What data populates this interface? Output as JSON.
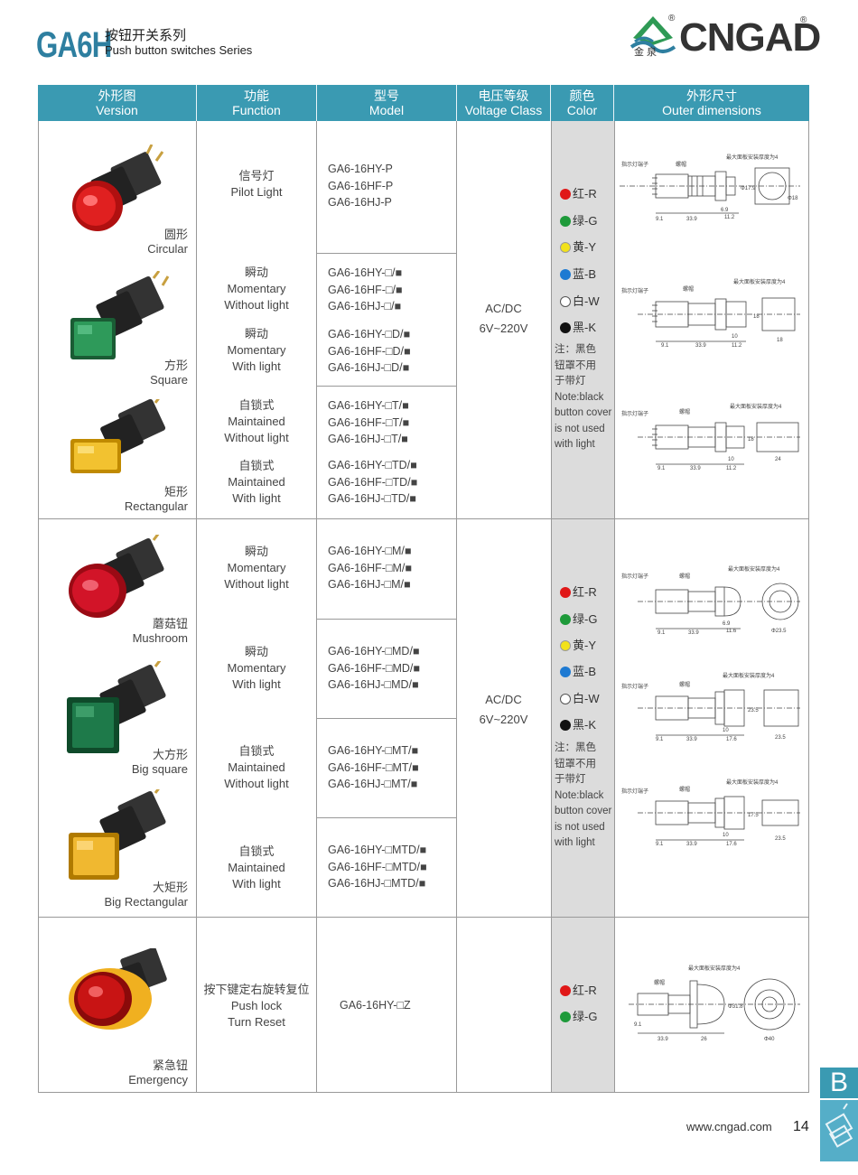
{
  "header": {
    "series_code": "GA6H",
    "series_cn": "按钮开关系列",
    "series_en": "Push button switches Series",
    "logo_text": "CNGAD",
    "logo_sub": "金 泉",
    "logo_mark": "reg-mark"
  },
  "columns": {
    "version": {
      "cn": "外形图",
      "en": "Version"
    },
    "function": {
      "cn": "功能",
      "en": "Function"
    },
    "model": {
      "cn": "型号",
      "en": "Model"
    },
    "voltage": {
      "cn": "电压等级",
      "en": "Voltage Class"
    },
    "color": {
      "cn": "颜色",
      "en": "Color"
    },
    "dims": {
      "cn": "外形尺寸",
      "en": "Outer dimensions"
    }
  },
  "section1": {
    "versions": [
      {
        "cn": "圆形",
        "en": "Circular"
      },
      {
        "cn": "方形",
        "en": "Square"
      },
      {
        "cn": "矩形",
        "en": "Rectangular"
      }
    ],
    "functions": [
      {
        "cn": "信号灯",
        "en1": "Pilot Light",
        "en2": ""
      },
      {
        "cn": "瞬动",
        "en1": "Momentary",
        "en2": "Without light"
      },
      {
        "cn": "瞬动",
        "en1": "Momentary",
        "en2": "With light"
      },
      {
        "cn": "自锁式",
        "en1": "Maintained",
        "en2": "Without light"
      },
      {
        "cn": "自锁式",
        "en1": "Maintained",
        "en2": "With light"
      }
    ],
    "models": [
      [
        "GA6-16HY-P",
        "GA6-16HF-P",
        "GA6-16HJ-P"
      ],
      [
        "GA6-16HY-□/■",
        "GA6-16HF-□/■",
        "GA6-16HJ-□/■"
      ],
      [
        "GA6-16HY-□D/■",
        "GA6-16HF-□D/■",
        "GA6-16HJ-□D/■"
      ],
      [
        "GA6-16HY-□T/■",
        "GA6-16HF-□T/■",
        "GA6-16HJ-□T/■"
      ],
      [
        "GA6-16HY-□TD/■",
        "GA6-16HF-□TD/■",
        "GA6-16HJ-□TD/■"
      ]
    ],
    "voltage": [
      "AC/DC",
      "6V~220V"
    ],
    "colors": [
      "红-R",
      "绿-G",
      "黄-Y",
      "蓝-B",
      "白-W",
      "黑-K"
    ],
    "note": [
      "注：黑色",
      "钮罩不用",
      "于带灯",
      "Note:black",
      "button cover",
      "is not used",
      "with light"
    ]
  },
  "section2": {
    "versions": [
      {
        "cn": "蘑菇钮",
        "en": "Mushroom"
      },
      {
        "cn": "大方形",
        "en": "Big square"
      },
      {
        "cn": "大矩形",
        "en": "Big Rectangular"
      }
    ],
    "functions": [
      {
        "cn": "瞬动",
        "en1": "Momentary",
        "en2": "Without light"
      },
      {
        "cn": "瞬动",
        "en1": "Momentary",
        "en2": "With light"
      },
      {
        "cn": "自锁式",
        "en1": "Maintained",
        "en2": "Without light"
      },
      {
        "cn": "自锁式",
        "en1": "Maintained",
        "en2": "With light"
      }
    ],
    "models": [
      [
        "GA6-16HY-□M/■",
        "GA6-16HF-□M/■",
        "GA6-16HJ-□M/■"
      ],
      [
        "GA6-16HY-□MD/■",
        "GA6-16HF-□MD/■",
        "GA6-16HJ-□MD/■"
      ],
      [
        "GA6-16HY-□MT/■",
        "GA6-16HF-□MT/■",
        "GA6-16HJ-□MT/■"
      ],
      [
        "GA6-16HY-□MTD/■",
        "GA6-16HF-□MTD/■",
        "GA6-16HJ-□MTD/■"
      ]
    ],
    "voltage": [
      "AC/DC",
      "6V~220V"
    ],
    "colors": [
      "红-R",
      "绿-G",
      "黄-Y",
      "蓝-B",
      "白-W",
      "黑-K"
    ],
    "note": [
      "注：黑色",
      "钮罩不用",
      "于带灯",
      "Note:black",
      "button cover",
      "is not used",
      "with light"
    ]
  },
  "section3": {
    "version": {
      "cn": "紧急钮",
      "en": "Emergency"
    },
    "function": {
      "cn": "按下键定右旋转复位",
      "en1": "Push lock",
      "en2": "Turn Reset"
    },
    "model": "GA6-16HY-□Z",
    "colors": [
      "红-R",
      "绿-G"
    ]
  },
  "dims": {
    "label_terminal": "指示灯端子",
    "label_nut": "螺帽",
    "label_panel": "最大面板安装厚度为4",
    "d1": [
      "9.1",
      "33.9",
      "6.9",
      "11.2",
      "Φ18",
      "Φ17.9"
    ],
    "d2": [
      "9.1",
      "33.9",
      "10",
      "11.2",
      "18",
      "18"
    ],
    "d3": [
      "9.1",
      "33.9",
      "10",
      "11.2",
      "18",
      "24"
    ],
    "d4": [
      "9.1",
      "33.9",
      "6.9",
      "11.6",
      "Φ23.5"
    ],
    "d5": [
      "9.1",
      "33.9",
      "10",
      "17.6",
      "23.5",
      "23.5"
    ],
    "d6": [
      "9.1",
      "33.9",
      "10",
      "17.6",
      "17.5",
      "23.5"
    ],
    "d7": [
      "9.1",
      "33.9",
      "26",
      "Φ31.8",
      "Φ40"
    ]
  },
  "palette": {
    "accent": "#3a9ab2",
    "red": "#e01818",
    "green": "#1e9a3a",
    "yellow": "#f2e21a",
    "blue": "#1e7ad2",
    "white": "#ffffff",
    "black": "#111111"
  },
  "footer": {
    "url": "www.cngad.com",
    "page": "14",
    "tab_letter": "B"
  }
}
